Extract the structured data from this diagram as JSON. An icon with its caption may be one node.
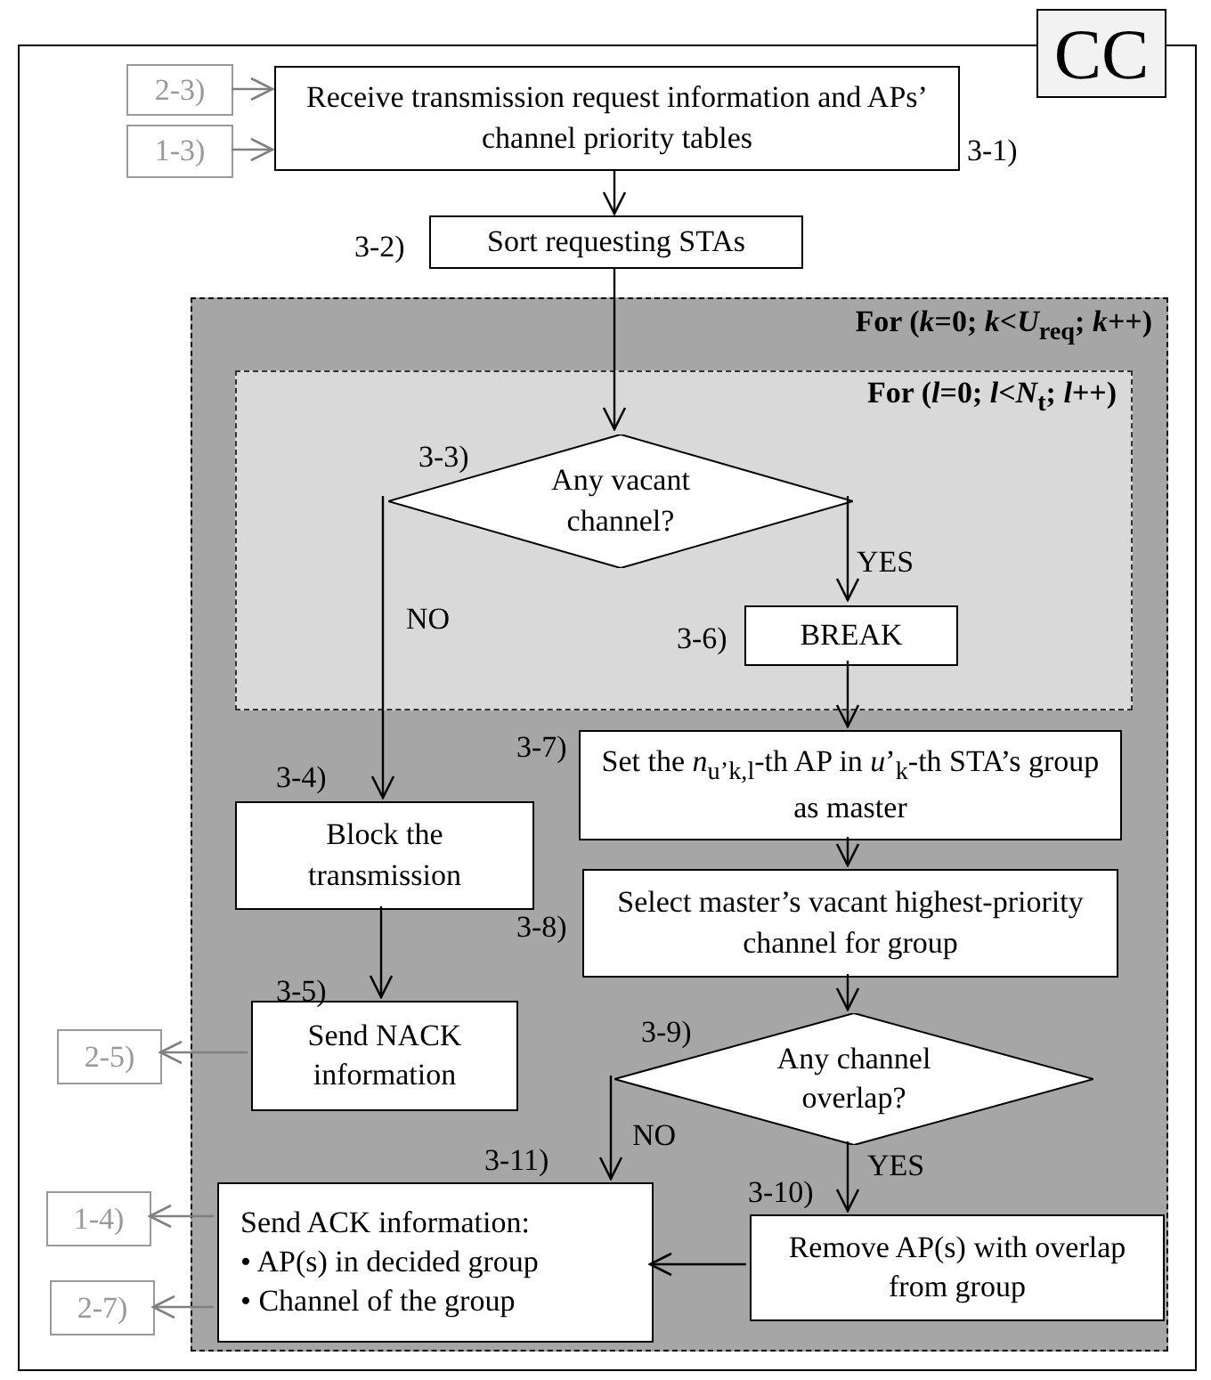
{
  "diagram": {
    "nodes": [
      {
        "text": [],
        "shape": "box"
      },
      {
        "text": [
          "CC"
        ]
      },
      {
        "text": [
          "2-3)"
        ],
        "in": 0
      },
      {
        "text": [
          "1-3)"
        ],
        "in": 0
      },
      {
        "text": [
          "Receive transmission request information and APs’ channel priority tables"
        ],
        "in": 0,
        "beside": [
          "3-1)"
        ]
      },
      {
        "text": [
          "Sort requesting STAs"
        ],
        "in": 0,
        "beside": [
          "3-2)"
        ]
      },
      {
        "text": [
          "For (*k*=0; *k*<*U*$_{req}$; *k*++)"
        ],
        "in": 0
      },
      {
        "text": [
          "For (*l*=0; *l*<*N*$_{t}$; *l*++)"
        ],
        "in": 6
      },
      {
        "text": [
          "Any vacant channel?"
        ],
        "in": 7,
        "beside": [
          "3-3)"
        ]
      },
      {
        "text": [
          "BREAK"
        ],
        "in": 7,
        "beside": [
          "3-6)"
        ]
      },
      {
        "text": [
          "Set the *n*$_{u’k,l}$-th AP in *u*’$_{k}$-th STA’s group as master"
        ],
        "in": 6,
        "beside": [
          "3-7)"
        ]
      },
      {
        "text": [
          "Block the transmission"
        ],
        "in": 6,
        "beside": [
          "3-4)"
        ]
      },
      {
        "text": [
          "Select master’s vacant highest-priority channel for group"
        ],
        "in": 6,
        "beside": [
          "3-8)"
        ]
      },
      {
        "text": [
          "Send NACK information"
        ],
        "in": 6,
        "beside": [
          "3-5)"
        ]
      },
      {
        "text": [
          "2-5)"
        ],
        "in": 0
      },
      {
        "text": [
          "Any channel overlap?"
        ],
        "in": 6,
        "beside": [
          "3-9)"
        ]
      },
      {
        "text": [
          "Send ACK information:",
          "• AP(s) in decided group",
          "• Channel of the group"
        ],
        "in": 6,
        "beside": [
          "3-11)"
        ]
      },
      {
        "text": [
          "Remove AP(s) with overlap from group"
        ],
        "in": 6,
        "beside": [
          "3-10)"
        ]
      },
      {
        "text": [
          "1-4)"
        ],
        "in": 0
      },
      {
        "text": [
          "2-7)"
        ],
        "in": 0
      }
    ],
    "edges": [
      {
        "from": 2,
        "to": 4,
        "arrow": "to",
        "color": "#808080"
      },
      {
        "from": 3,
        "to": 4,
        "arrow": "to",
        "color": "#808080"
      },
      {
        "from": 4,
        "to": 5,
        "arrow": "to"
      },
      {
        "from": 5,
        "to": 8,
        "arrow": "to"
      },
      {
        "from": 8,
        "to": 11,
        "arrow": "to",
        "label": "NO"
      },
      {
        "from": 8,
        "to": 9,
        "arrow": "to",
        "label": "YES"
      },
      {
        "from": 9,
        "to": 10,
        "arrow": "to"
      },
      {
        "from": 10,
        "to": 12,
        "arrow": "to"
      },
      {
        "from": 11,
        "to": 13,
        "arrow": "to"
      },
      {
        "from": 13,
        "to": 14,
        "arrow": "to",
        "color": "#808080"
      },
      {
        "from": 12,
        "to": 15,
        "arrow": "to"
      },
      {
        "from": 15,
        "to": 16,
        "arrow": "to",
        "label": "NO"
      },
      {
        "from": 15,
        "to": 17,
        "arrow": "to",
        "label": "YES"
      },
      {
        "from": 17,
        "to": 16,
        "arrow": "to"
      },
      {
        "from": 16,
        "to": 18,
        "arrow": "to",
        "color": "#808080"
      },
      {
        "from": 16,
        "to": 19,
        "arrow": "to",
        "color": "#808080"
      }
    ]
  }
}
